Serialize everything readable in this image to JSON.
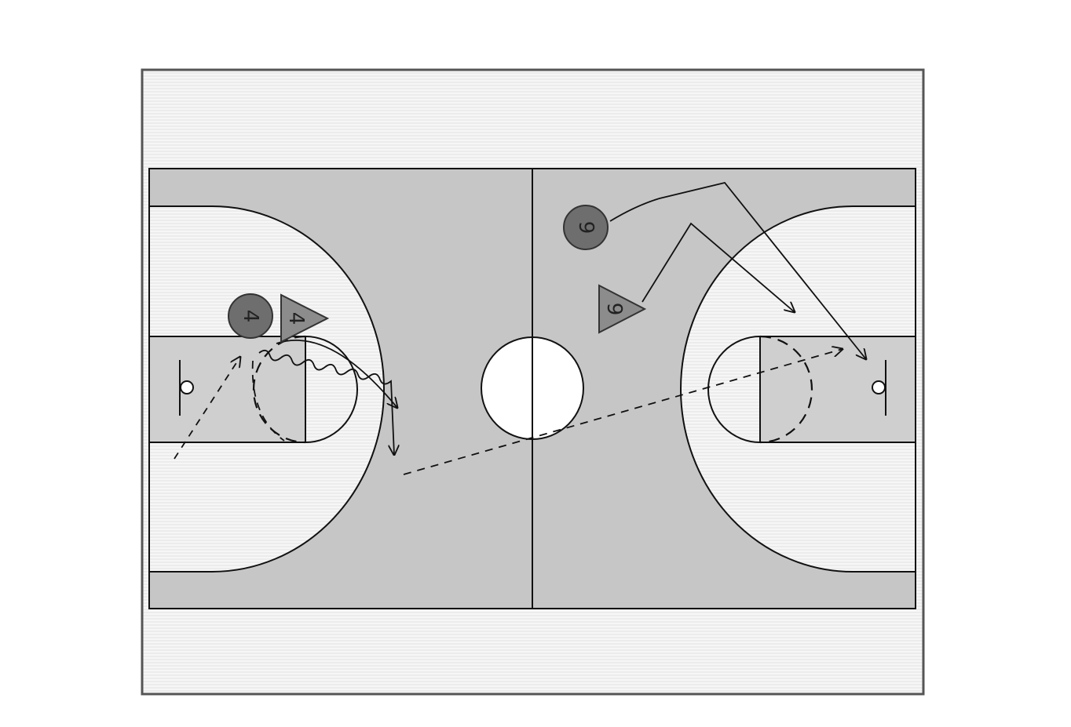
{
  "players": {
    "offense_4": {
      "label": "4"
    },
    "defense_4": {
      "label": "4"
    },
    "offense_9": {
      "label": "9"
    },
    "defense_9": {
      "label": "9"
    }
  },
  "colors": {
    "court_shade": "#c6c6c6",
    "key_shade": "#cfcfcf",
    "lines": "#111111",
    "player_circle": "#6e6e6e",
    "player_triangle": "#8c8c8c",
    "frame_border": "#555555",
    "frame_fill": "#f4f4f4"
  }
}
